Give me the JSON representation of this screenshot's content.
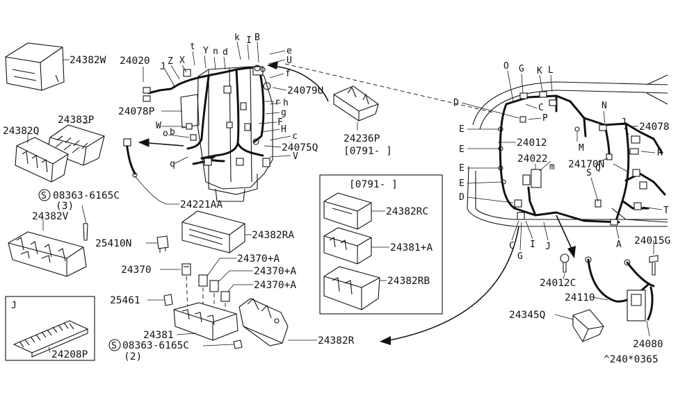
{
  "part_labels": {
    "p24382W": "24382W",
    "p24382Q": "24382Q",
    "p24383P": "24383P",
    "s08363a": "08363-6165C",
    "qty3": "(3)",
    "p24382V": "24382V",
    "p24208P": "24208P",
    "insetJ": "J",
    "p24020": "24020",
    "p24078P": "24078P",
    "p24079U": "24079U",
    "p24075Q": "24075Q",
    "p24221AA": "24221AA",
    "p24236P": "24236P",
    "date1": "[0791-  ]",
    "p25410N": "25410N",
    "p24382RA": "24382RA",
    "p24370": "24370",
    "p24370A1": "24370+A",
    "p24370A2": "24370+A",
    "p24370A3": "24370+A",
    "p25461": "25461",
    "p24381": "24381",
    "s08363b": "08363-6165C",
    "qty2": "(2)",
    "p24382R": "24382R",
    "date2": "[0791-  ]",
    "p24382RC": "24382RC",
    "p24381A": "24381+A",
    "p24382RB": "24382RB",
    "p24012": "24012",
    "p24022": "24022",
    "p24078": "24078",
    "p24170N": "24170N",
    "p24015G": "24015G",
    "p24012C": "24012C",
    "p24110": "24110",
    "p24345Q": "24345Q",
    "p24080": "24080",
    "ref": "^240*0365"
  },
  "letters": {
    "t": "t",
    "Y": "Y",
    "n": "n",
    "d": "d",
    "k": "k",
    "I": "I",
    "B": "B",
    "e": "e",
    "U": "U",
    "J": "J",
    "Z": "Z",
    "X": "X",
    "f": "f",
    "r": "r",
    "h": "h",
    "g": "g",
    "F": "F",
    "H": "H",
    "c": "c",
    "V": "V",
    "W": "W",
    "o": "o",
    "b": "b",
    "q": "q",
    "rD": "D",
    "rO": "O",
    "rG": "G",
    "rK": "K",
    "rL": "L",
    "rC": "C",
    "rP": "P",
    "rN": "N",
    "rE1": "E",
    "rE2": "E",
    "rE3": "E",
    "rE4": "E",
    "rM": "M",
    "rJ": "J",
    "rR": "R",
    "rQ": "Q",
    "rm": "m",
    "rS": "S",
    "rD2": "D",
    "rT": "T",
    "rI": "I",
    "rJ2": "J",
    "rC2": "C",
    "rG2": "G",
    "rA": "A"
  },
  "symbols": {
    "screw": "S"
  }
}
